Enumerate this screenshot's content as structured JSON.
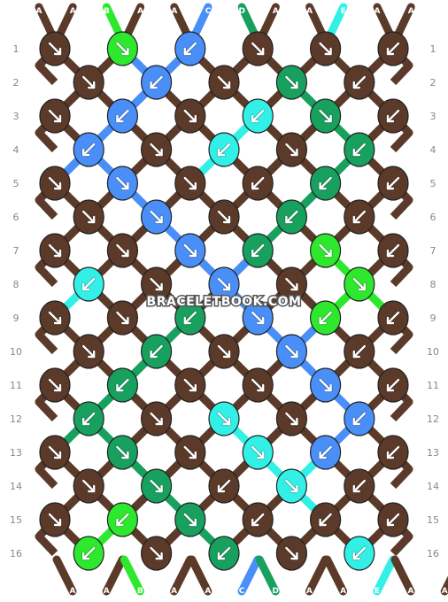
{
  "watermark": "BRACELETBOOK.COM",
  "colors": {
    "A": "#5b3a29",
    "B": "#2ee82e",
    "C": "#4a8ff7",
    "D": "#17a05e",
    "E": "#33f0e6"
  },
  "strands_top": [
    "A",
    "A",
    "B",
    "A",
    "A",
    "C",
    "D",
    "A",
    "A",
    "E",
    "A",
    "A"
  ],
  "strands_bottom": [
    "A",
    "A",
    "B",
    "A",
    "A",
    "C",
    "D",
    "A",
    "A",
    "E",
    "A",
    "A"
  ],
  "row_labels": [
    "1",
    "2",
    "3",
    "4",
    "5",
    "6",
    "7",
    "8",
    "9",
    "10",
    "11",
    "12",
    "13",
    "14",
    "15",
    "16"
  ],
  "knots": [
    [
      {
        "c": "A",
        "d": "↘"
      },
      {
        "c": "B",
        "d": "↘"
      },
      {
        "c": "C",
        "d": "↙"
      },
      {
        "c": "A",
        "d": "↘"
      },
      {
        "c": "A",
        "d": "↘"
      },
      {
        "c": "A",
        "d": "↙"
      }
    ],
    [
      {
        "c": "A",
        "d": "↘"
      },
      {
        "c": "C",
        "d": "↙"
      },
      {
        "c": "A",
        "d": "↘"
      },
      {
        "c": "D",
        "d": "↘"
      },
      {
        "c": "A",
        "d": "↙"
      }
    ],
    [
      {
        "c": "A",
        "d": "↘"
      },
      {
        "c": "C",
        "d": "↙"
      },
      {
        "c": "A",
        "d": "↘"
      },
      {
        "c": "E",
        "d": "↙"
      },
      {
        "c": "D",
        "d": "↘"
      },
      {
        "c": "A",
        "d": "↙"
      }
    ],
    [
      {
        "c": "C",
        "d": "↙"
      },
      {
        "c": "A",
        "d": "↘"
      },
      {
        "c": "E",
        "d": "↙"
      },
      {
        "c": "A",
        "d": "↘"
      },
      {
        "c": "D",
        "d": "↙"
      }
    ],
    [
      {
        "c": "A",
        "d": "↘"
      },
      {
        "c": "C",
        "d": "↘"
      },
      {
        "c": "A",
        "d": "↘"
      },
      {
        "c": "A",
        "d": "↙"
      },
      {
        "c": "D",
        "d": "↙"
      },
      {
        "c": "A",
        "d": "↙"
      }
    ],
    [
      {
        "c": "A",
        "d": "↘"
      },
      {
        "c": "C",
        "d": "↘"
      },
      {
        "c": "A",
        "d": "↘"
      },
      {
        "c": "D",
        "d": "↙"
      },
      {
        "c": "A",
        "d": "↙"
      }
    ],
    [
      {
        "c": "A",
        "d": "↘"
      },
      {
        "c": "A",
        "d": "↘"
      },
      {
        "c": "C",
        "d": "↘"
      },
      {
        "c": "D",
        "d": "↙"
      },
      {
        "c": "B",
        "d": "↘"
      },
      {
        "c": "A",
        "d": "↙"
      }
    ],
    [
      {
        "c": "E",
        "d": "↙"
      },
      {
        "c": "A",
        "d": "↘"
      },
      {
        "c": "C",
        "d": "↘"
      },
      {
        "c": "A",
        "d": "↘"
      },
      {
        "c": "B",
        "d": "↘"
      }
    ],
    [
      {
        "c": "A",
        "d": "↘"
      },
      {
        "c": "A",
        "d": "↘"
      },
      {
        "c": "D",
        "d": "↙"
      },
      {
        "c": "C",
        "d": "↘"
      },
      {
        "c": "B",
        "d": "↙"
      },
      {
        "c": "A",
        "d": "↙"
      }
    ],
    [
      {
        "c": "A",
        "d": "↘"
      },
      {
        "c": "D",
        "d": "↙"
      },
      {
        "c": "A",
        "d": "↘"
      },
      {
        "c": "C",
        "d": "↘"
      },
      {
        "c": "A",
        "d": "↙"
      }
    ],
    [
      {
        "c": "A",
        "d": "↘"
      },
      {
        "c": "D",
        "d": "↙"
      },
      {
        "c": "A",
        "d": "↘"
      },
      {
        "c": "A",
        "d": "↘"
      },
      {
        "c": "C",
        "d": "↘"
      },
      {
        "c": "A",
        "d": "↙"
      }
    ],
    [
      {
        "c": "D",
        "d": "↙"
      },
      {
        "c": "A",
        "d": "↘"
      },
      {
        "c": "E",
        "d": "↘"
      },
      {
        "c": "A",
        "d": "↘"
      },
      {
        "c": "C",
        "d": "↙"
      }
    ],
    [
      {
        "c": "A",
        "d": "↘"
      },
      {
        "c": "D",
        "d": "↘"
      },
      {
        "c": "A",
        "d": "↘"
      },
      {
        "c": "E",
        "d": "↘"
      },
      {
        "c": "C",
        "d": "↙"
      },
      {
        "c": "A",
        "d": "↙"
      }
    ],
    [
      {
        "c": "A",
        "d": "↘"
      },
      {
        "c": "D",
        "d": "↘"
      },
      {
        "c": "A",
        "d": "↙"
      },
      {
        "c": "E",
        "d": "↘"
      },
      {
        "c": "A",
        "d": "↙"
      }
    ],
    [
      {
        "c": "A",
        "d": "↘"
      },
      {
        "c": "B",
        "d": "↙"
      },
      {
        "c": "D",
        "d": "↘"
      },
      {
        "c": "A",
        "d": "↙"
      },
      {
        "c": "A",
        "d": "↙"
      },
      {
        "c": "A",
        "d": "↙"
      }
    ],
    [
      {
        "c": "B",
        "d": "↙"
      },
      {
        "c": "A",
        "d": "↘"
      },
      {
        "c": "D",
        "d": "↙"
      },
      {
        "c": "A",
        "d": "↘"
      },
      {
        "c": "E",
        "d": "↙"
      }
    ]
  ]
}
